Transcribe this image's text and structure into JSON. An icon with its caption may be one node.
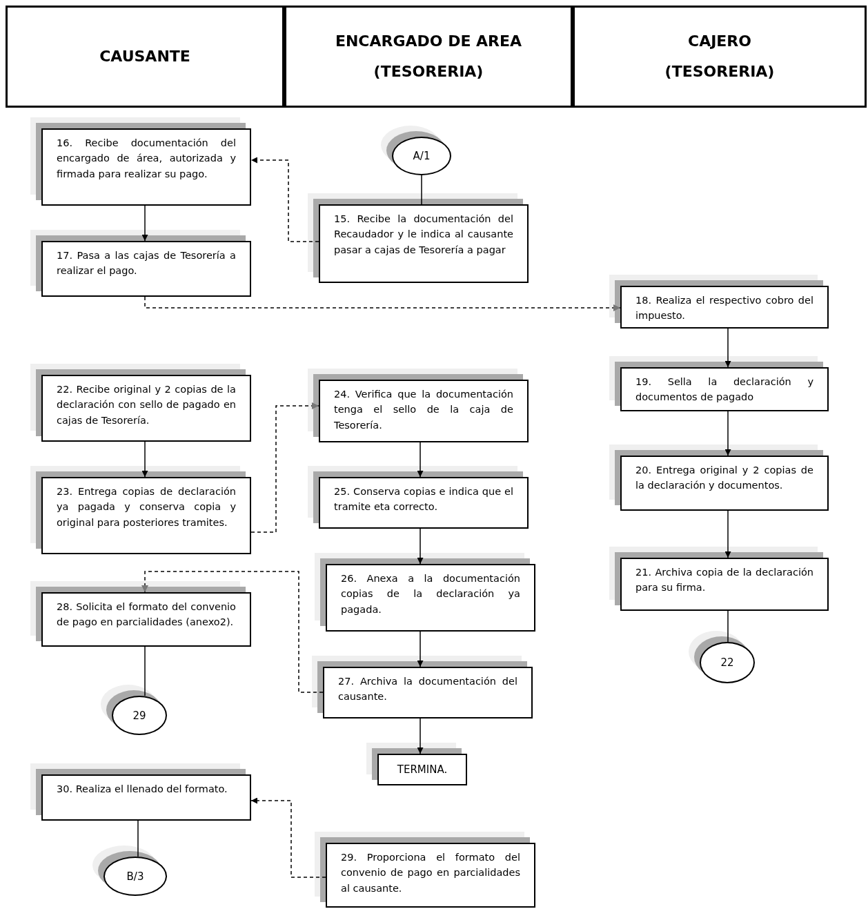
{
  "diagram": {
    "nodes": [
      {
        "text": [
          "CAUSANTE"
        ]
      },
      {
        "text": [
          "ENCARGADO DE AREA (TESORERIA)"
        ]
      },
      {
        "text": [
          "CAJERO (TESORERIA)"
        ]
      },
      {
        "text": [
          "A/1"
        ]
      },
      {
        "text": [
          "16. Recibe documentación del encargado de área, autorizada y firmada para realizar su pago."
        ]
      },
      {
        "text": [
          "15. Recibe la documentación del Recaudador y le indica al causante pasar a cajas de Tesorería a pagar"
        ]
      },
      {
        "text": [
          "17. Pasa a las cajas de Tesorería a realizar el pago."
        ]
      },
      {
        "text": [
          "18. Realiza el respectivo cobro del impuesto."
        ]
      },
      {
        "text": [
          "22. Recibe original y 2 copias de la declaración con sello de pagado en cajas de Tesorería."
        ]
      },
      {
        "text": [
          "24. Verifica que la documentación tenga el sello de la caja de Tesorería."
        ]
      },
      {
        "text": [
          "19. Sella la declaración y documentos de pagado"
        ]
      },
      {
        "text": [
          "23. Entrega copias de declaración ya pagada y conserva copia y original para posteriores tramites."
        ]
      },
      {
        "text": [
          "25. Conserva copias e indica que el tramite eta correcto."
        ]
      },
      {
        "text": [
          "20. Entrega original y 2 copias de la declaración y documentos."
        ]
      },
      {
        "text": [
          "26. Anexa a la documentación copias de la declaración ya pagada."
        ]
      },
      {
        "text": [
          "21. Archiva copia de la declaración para su firma."
        ]
      },
      {
        "text": [
          "28. Solicita el formato del convenio de pago en parcialidades (anexo2)."
        ]
      },
      {
        "text": [
          "27. Archiva la documentación del causante."
        ]
      },
      {
        "text": [
          "22"
        ]
      },
      {
        "text": [
          "29"
        ]
      },
      {
        "text": [
          "TERMINA."
        ]
      },
      {
        "text": [
          "30. Realiza el llenado del formato."
        ]
      },
      {
        "text": [
          "B/3"
        ]
      },
      {
        "text": [
          "29. Proporciona el formato del convenio de pago en parcialidades al causante."
        ]
      }
    ],
    "edges": [
      {
        "from": 3,
        "to": 5,
        "arrow": "none"
      },
      {
        "from": 5,
        "to": 4,
        "arrow": "to",
        "style": "dashed"
      },
      {
        "from": 4,
        "to": 6,
        "arrow": "to"
      },
      {
        "from": 6,
        "to": 7,
        "arrow": "to",
        "style": "dashed"
      },
      {
        "from": 7,
        "to": 10,
        "arrow": "to"
      },
      {
        "from": 10,
        "to": 13,
        "arrow": "to"
      },
      {
        "from": 13,
        "to": 15,
        "arrow": "to"
      },
      {
        "from": 15,
        "to": 18,
        "arrow": "none"
      },
      {
        "from": 8,
        "to": 11,
        "arrow": "to"
      },
      {
        "from": 11,
        "to": 9,
        "arrow": "to",
        "style": "dashed"
      },
      {
        "from": 9,
        "to": 12,
        "arrow": "to"
      },
      {
        "from": 12,
        "to": 14,
        "arrow": "to"
      },
      {
        "from": 14,
        "to": 17,
        "arrow": "to"
      },
      {
        "from": 17,
        "to": 20,
        "arrow": "to"
      },
      {
        "from": 17,
        "to": 16,
        "arrow": "to",
        "style": "dashed"
      },
      {
        "from": 16,
        "to": 19,
        "arrow": "none"
      },
      {
        "from": 21,
        "to": 22,
        "arrow": "none"
      },
      {
        "from": 23,
        "to": 21,
        "arrow": "to",
        "style": "dashed"
      }
    ]
  }
}
